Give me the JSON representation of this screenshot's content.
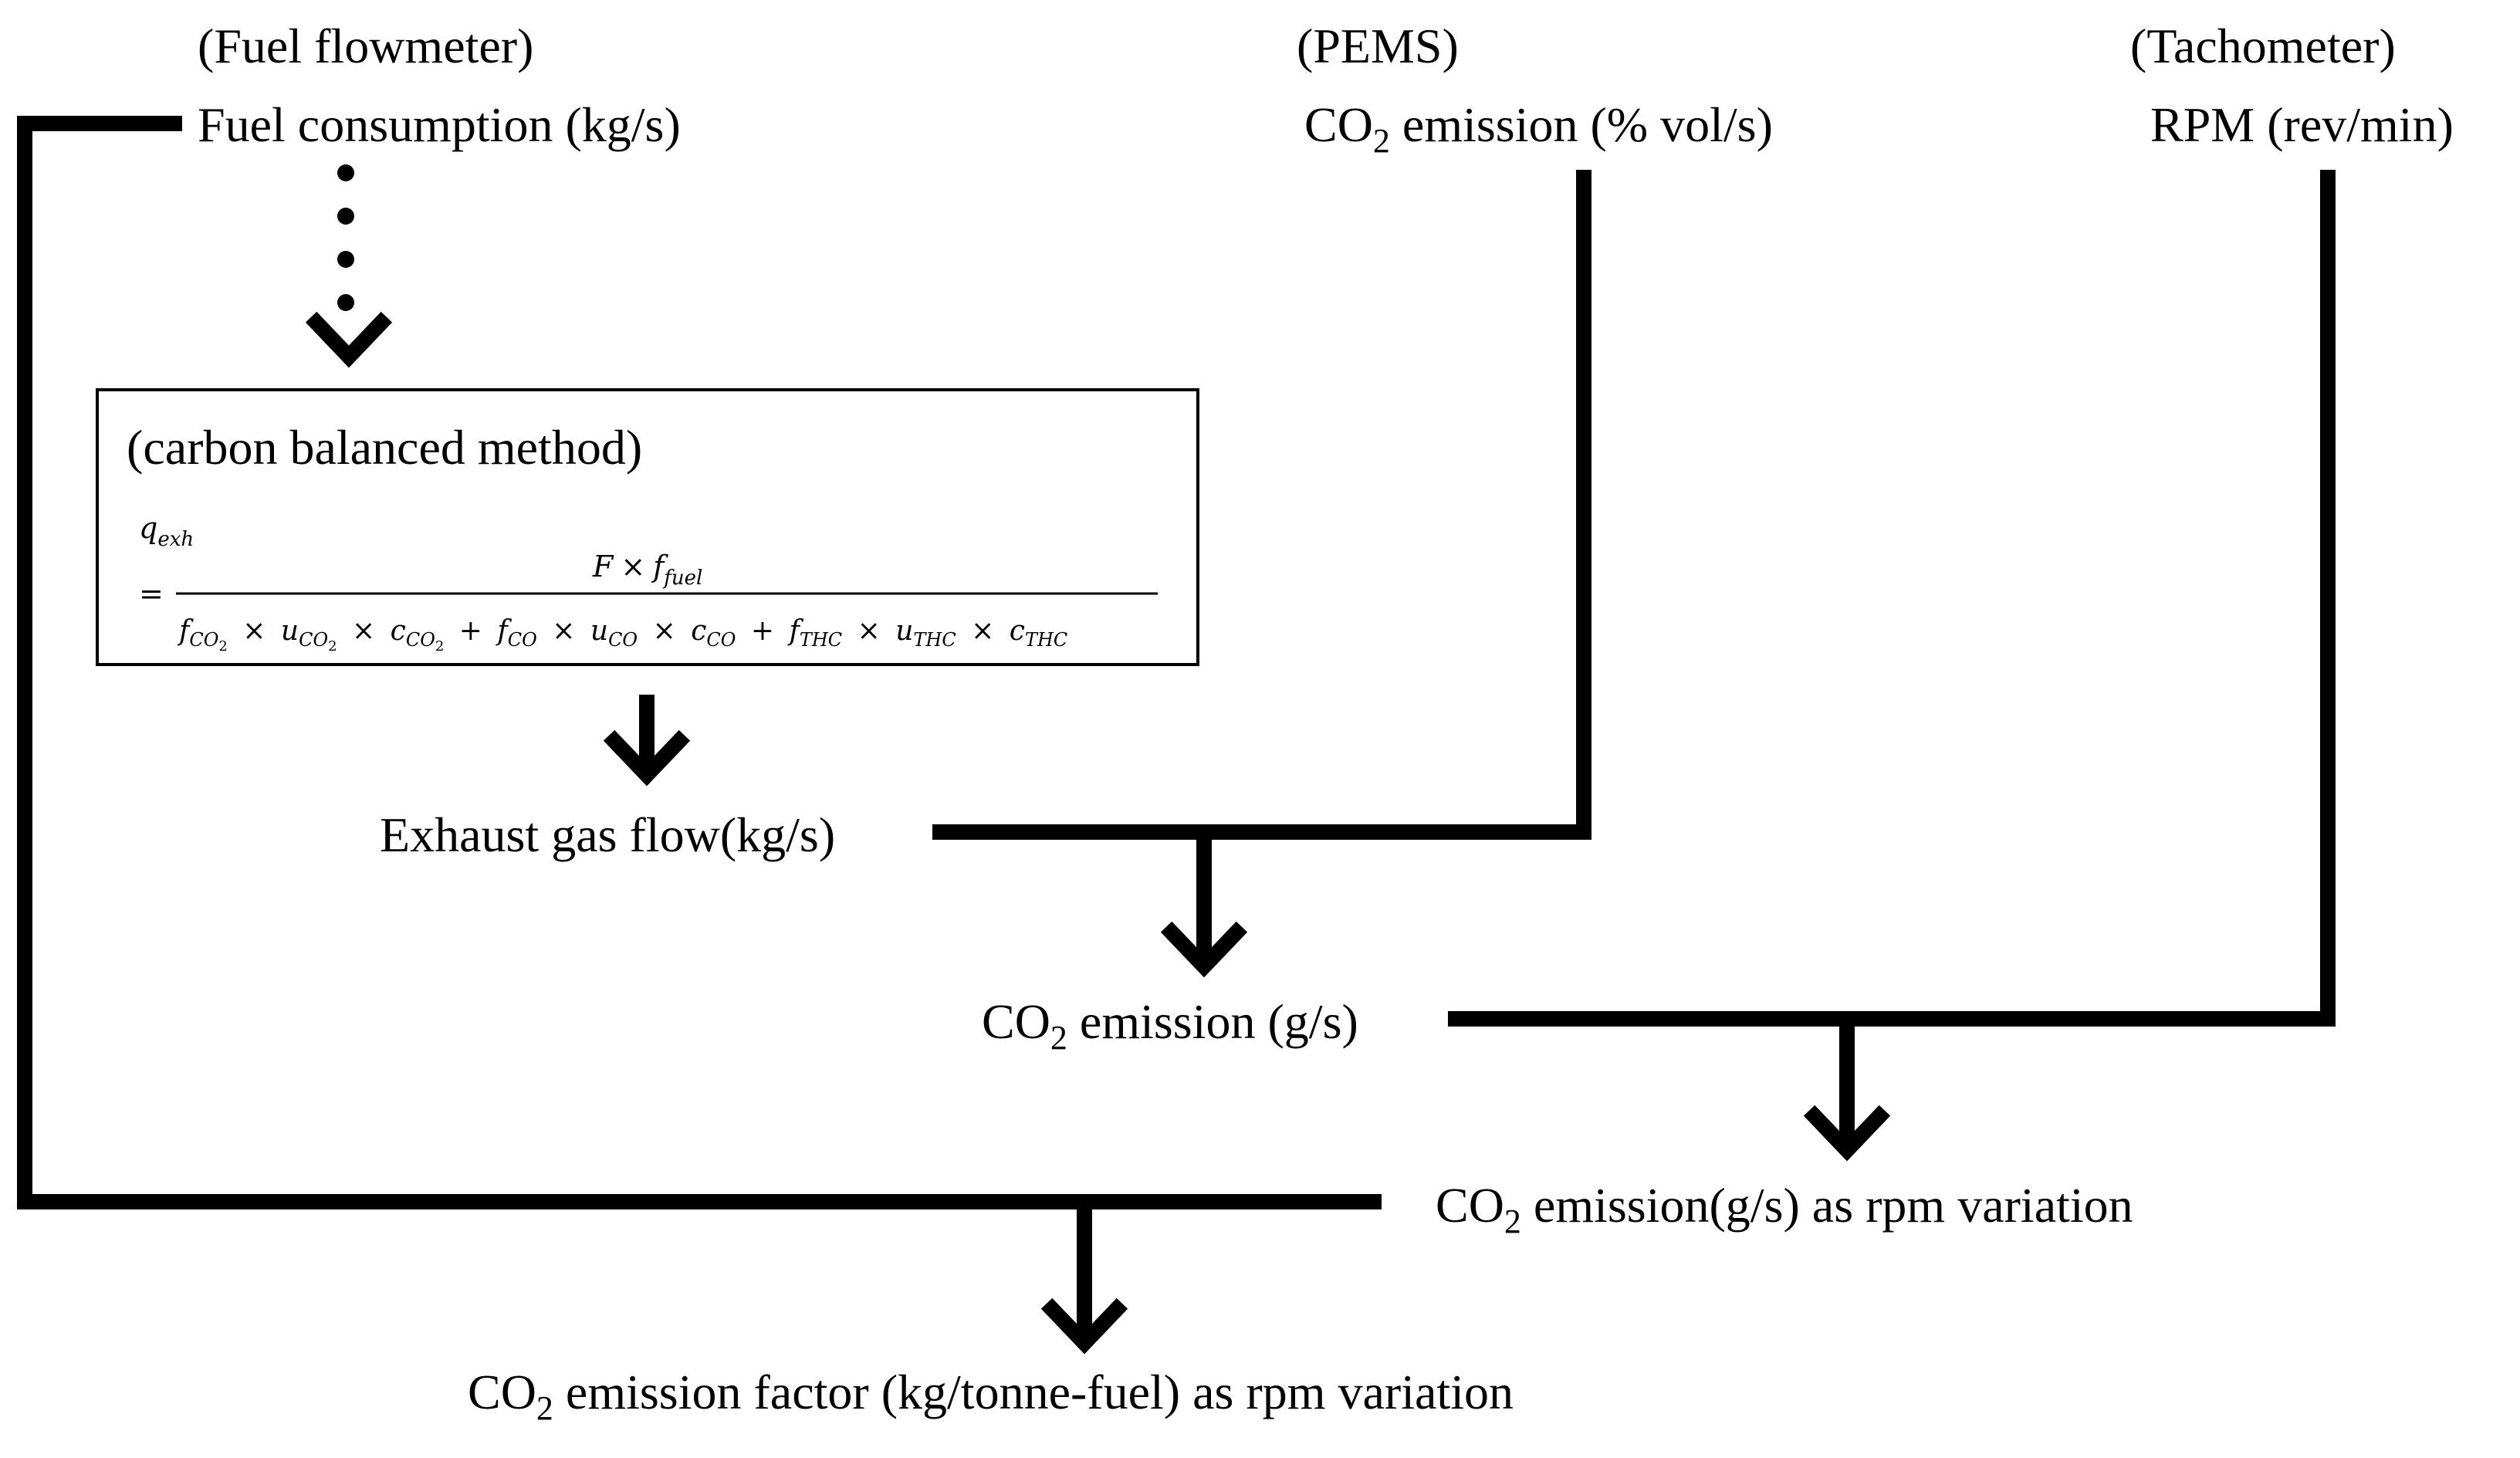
{
  "sources": {
    "fuel_flowmeter": {
      "device": "(Fuel flowmeter)",
      "measure": "Fuel consumption (kg/s)"
    },
    "pems": {
      "device": "(PEMS)",
      "measure_pre": "CO",
      "measure_sub": "2",
      "measure_post": " emission (% vol/s)"
    },
    "tachometer": {
      "device": "(Tachometer)",
      "measure": "RPM (rev/min)"
    }
  },
  "method_box": {
    "title": "(carbon balanced method)",
    "lhs": "q",
    "lhs_sub": "exh",
    "equals": "=",
    "numerator_F": "F",
    "times": "×",
    "plus": "+",
    "numerator_f": "f",
    "numerator_f_sub": "fuel",
    "terms": [
      {
        "f": "f",
        "f_sub": "CO",
        "f_subsub": "2",
        "u": "u",
        "u_sub": "CO",
        "u_subsub": "2",
        "c": "c",
        "c_sub": "CO",
        "c_subsub": "2"
      },
      {
        "f": "f",
        "f_sub": "CO",
        "f_subsub": "",
        "u": "u",
        "u_sub": "CO",
        "u_subsub": "",
        "c": "c",
        "c_sub": "CO",
        "c_subsub": ""
      },
      {
        "f": "f",
        "f_sub": "THC",
        "f_subsub": "",
        "u": "u",
        "u_sub": "THC",
        "u_subsub": "",
        "c": "c",
        "c_sub": "THC",
        "c_subsub": ""
      }
    ]
  },
  "nodes": {
    "exhaust_flow": "Exhaust gas flow(kg/s)",
    "co2_gs": {
      "pre": "CO",
      "sub": "2",
      "post": " emission (g/s)"
    },
    "co2_rpm": {
      "pre": "CO",
      "sub": "2",
      "post": " emission(g/s) as rpm variation"
    },
    "co2_factor": {
      "pre": "CO",
      "sub": "2",
      "post": " emission factor (kg/tonne-fuel) as rpm variation"
    }
  },
  "colors": {
    "line": "#000000",
    "background": "#ffffff"
  }
}
